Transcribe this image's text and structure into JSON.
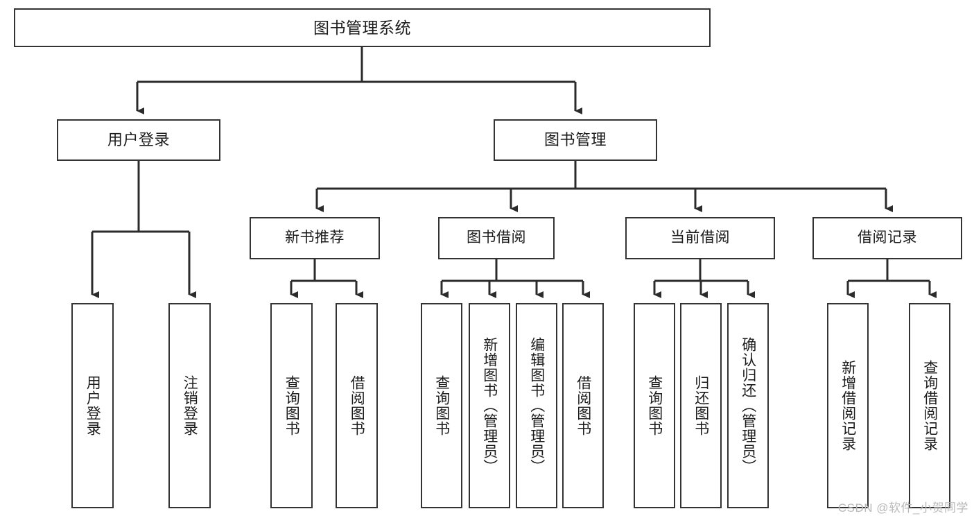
{
  "diagram": {
    "type": "tree-hierarchy-chart",
    "title": "图书管理系统",
    "colors": {
      "box_border": "#333333",
      "box_fill": "#ffffff",
      "connector": "#2b2b2b",
      "text": "#1c1c1c",
      "watermark": "#b9b9b9",
      "background": "#ffffff"
    },
    "root": {
      "label": "图书管理系统"
    },
    "level1": [
      {
        "label": "用户登录"
      },
      {
        "label": "图书管理"
      }
    ],
    "level2": [
      {
        "label": "新书推荐"
      },
      {
        "label": "图书借阅"
      },
      {
        "label": "当前借阅"
      },
      {
        "label": "借阅记录"
      }
    ],
    "leaves": {
      "user_login": [
        {
          "label": "用户登录"
        },
        {
          "label": "注销登录"
        }
      ],
      "new_book_recommend": [
        {
          "label": "查询图书"
        },
        {
          "label": "借阅图书"
        }
      ],
      "book_borrow": [
        {
          "label": "查询图书"
        },
        {
          "label": "新增图书（管理员）"
        },
        {
          "label": "编辑图书（管理员）"
        },
        {
          "label": "借阅图书"
        }
      ],
      "current_borrow": [
        {
          "label": "查询图书"
        },
        {
          "label": "归还图书"
        },
        {
          "label": "确认归还（管理员）"
        }
      ],
      "borrow_record": [
        {
          "label": "新增借阅记录"
        },
        {
          "label": "查询借阅记录"
        }
      ]
    },
    "watermark": "CSDN @软件_小贺同学"
  }
}
